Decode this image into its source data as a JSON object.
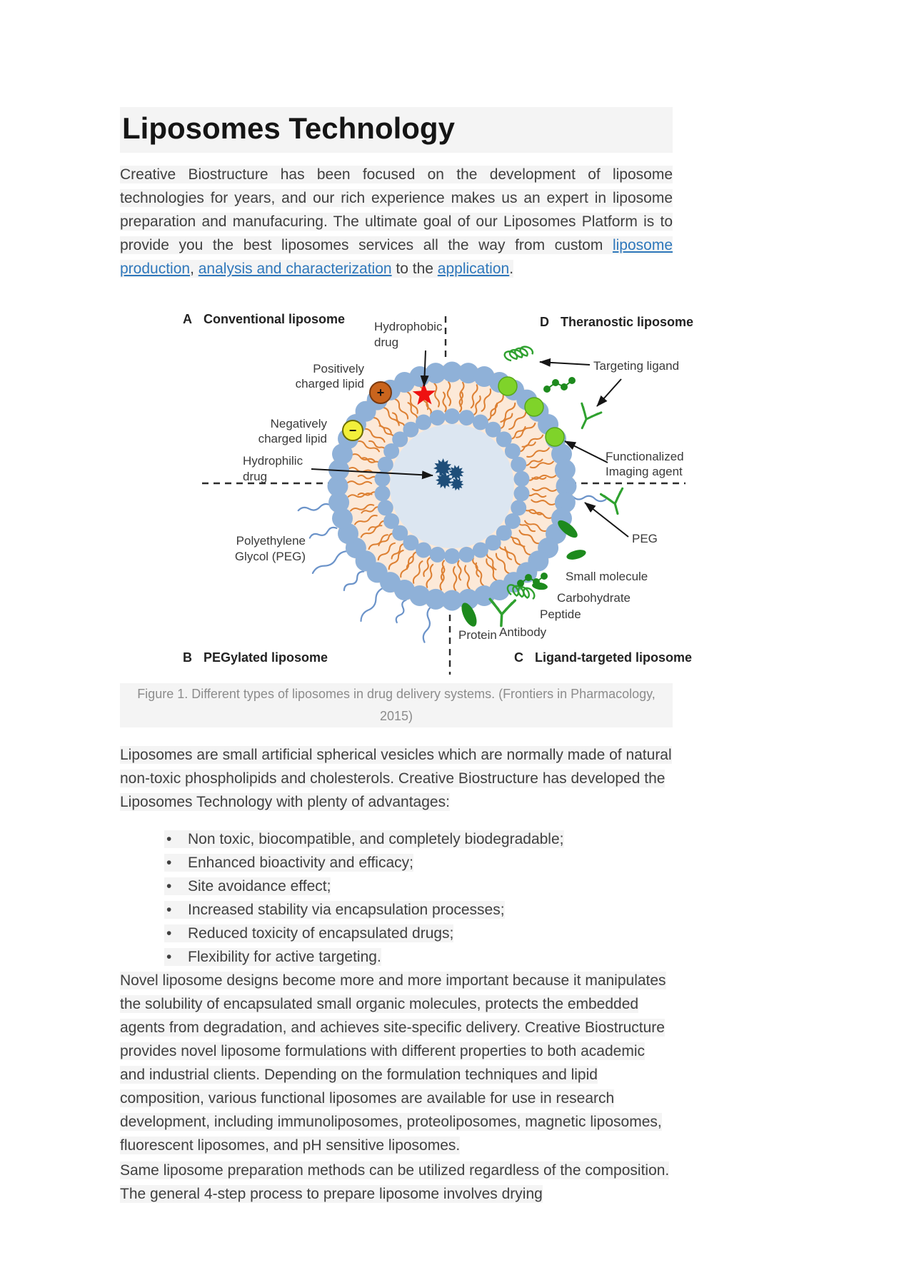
{
  "page_title": "Liposomes Technology",
  "intro_segments": [
    {
      "text": "Creative Biostructure has been focused on the development of liposome technologies for years, and our rich experience makes us an expert in liposome preparation and manufacuring. The ultimate goal of our Liposomes Platform is to provide you the best liposomes services all the way from custom "
    },
    {
      "text": "liposome production",
      "link": true
    },
    {
      "text": ", "
    },
    {
      "text": "analysis and characterization",
      "link": true
    },
    {
      "text": " to the "
    },
    {
      "text": "application",
      "link": true
    },
    {
      "text": "."
    }
  ],
  "figure": {
    "quadrants": {
      "a_letter": "A",
      "a_name": "Conventional liposome",
      "b_letter": "B",
      "b_name": "PEGylated liposome",
      "c_letter": "C",
      "c_name": "Ligand-targeted liposome",
      "d_letter": "D",
      "d_name": "Theranostic liposome"
    },
    "labels": {
      "hydrophobic": [
        "Hydrophobic",
        "drug"
      ],
      "positively": [
        "Positively",
        "charged lipid"
      ],
      "negatively": [
        "Negatively",
        "charged lipid"
      ],
      "hydrophilic": [
        "Hydrophilic",
        "drug"
      ],
      "peg_left": [
        "Polyethylene",
        "Glycol (PEG)"
      ],
      "targeting": "Targeting ligand",
      "functionalized": [
        "Functionalized",
        "Imaging agent"
      ],
      "peg_right": "PEG",
      "small_molecule": "Small molecule",
      "carbohydrate": "Carbohydrate",
      "peptide": "Peptide",
      "protein": "Protein",
      "antibody": "Antibody",
      "plus_sign": "+",
      "minus_sign": "−"
    },
    "caption": "Figure 1. Different types of liposomes in drug delivery systems. (Frontiers in Pharmacology, 2015)",
    "colors": {
      "lipid_head_blue": "#8fb1d8",
      "bilayer_peach": "#fce9d8",
      "tail_orange": "#dd8033",
      "interior_blue": "#dce6f1",
      "drug_navy": "#1f4e79",
      "drug_red": "#ee1111",
      "positive_orange": "#c9641d",
      "negative_yellow": "#f2ef3a",
      "ligand_green": "#7fd32a",
      "ligand_green_dark": "#2fa12f",
      "molecule_green": "#1d8a1d",
      "peg_blue": "#6b93c9"
    }
  },
  "body": {
    "paragraph_vesicles": "Liposomes are small artificial spherical vesicles which are normally made of natural non-toxic phospholipids and cholesterols. Creative Biostructure has developed the Liposomes Technology with plenty of advantages:",
    "advantages": [
      "Non toxic, biocompatible, and completely biodegradable;",
      "Enhanced bioactivity and efficacy;",
      "Site avoidance effect;",
      "Increased stability via encapsulation processes;",
      "Reduced toxicity of encapsulated drugs;",
      "Flexibility for active targeting."
    ],
    "paragraph_novel": "Novel liposome designs become more and more important because it manipulates the solubility of encapsulated small organic molecules, protects the embedded agents from degradation, and achieves site-specific delivery. Creative Biostructure provides novel liposome formulations with different properties to both academic and industrial clients. Depending on the formulation techniques and lipid composition, various functional liposomes are available for use in research development, including immunoliposomes, proteoliposomes, magnetic liposomes, fluorescent liposomes, and pH sensitive liposomes.",
    "paragraph_same": "Same liposome preparation methods can be utilized regardless of the composition. The general 4-step process to prepare liposome involves drying"
  },
  "ui_colors": {
    "highlight": "#f4f4f4",
    "link_blue": "#2e77bb"
  }
}
